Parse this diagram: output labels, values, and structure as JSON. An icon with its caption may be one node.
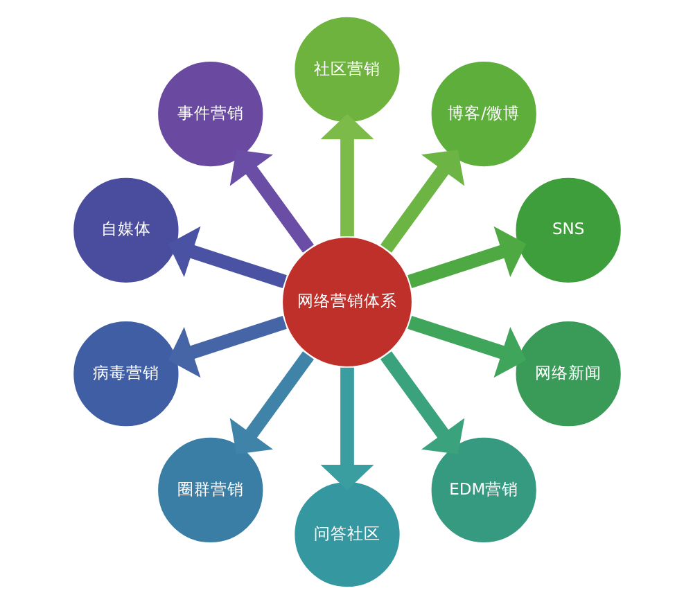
{
  "diagram": {
    "nodes": [
      {
        "text": [
          "网络营销体系"
        ]
      },
      {
        "text": [
          "社区营销"
        ]
      },
      {
        "text": [
          "博客/微博"
        ]
      },
      {
        "text": [
          "SNS"
        ]
      },
      {
        "text": [
          "网络新闻"
        ]
      },
      {
        "text": [
          "EDM营销"
        ]
      },
      {
        "text": [
          "问答社区"
        ]
      },
      {
        "text": [
          "圈群营销"
        ]
      },
      {
        "text": [
          "病毒营销"
        ]
      },
      {
        "text": [
          "自媒体"
        ]
      },
      {
        "text": [
          "事件营销"
        ]
      }
    ],
    "edges": [
      {
        "from": 0,
        "to": 1,
        "arrow": "to",
        "color": "#7cbb4a"
      },
      {
        "from": 0,
        "to": 2,
        "arrow": "to",
        "color": "#6cb545"
      },
      {
        "from": 0,
        "to": 3,
        "arrow": "to",
        "color": "#4fa943"
      },
      {
        "from": 0,
        "to": 4,
        "arrow": "to",
        "color": "#3fa55a"
      },
      {
        "from": 0,
        "to": 5,
        "arrow": "to",
        "color": "#3aa27c"
      },
      {
        "from": 0,
        "to": 6,
        "arrow": "to",
        "color": "#3a9ea0"
      },
      {
        "from": 0,
        "to": 7,
        "arrow": "to",
        "color": "#3f84a8"
      },
      {
        "from": 0,
        "to": 8,
        "arrow": "to",
        "color": "#4565a6"
      },
      {
        "from": 0,
        "to": 9,
        "arrow": "to",
        "color": "#4a52a3"
      },
      {
        "from": 0,
        "to": 10,
        "arrow": "to",
        "color": "#6a4ea5"
      }
    ]
  }
}
